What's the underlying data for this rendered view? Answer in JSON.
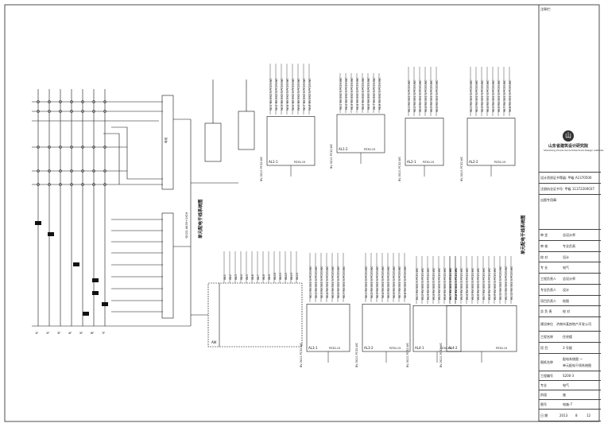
{
  "drawing_title": "单元配电干线系统图",
  "tb": {
    "top_label": "注释栏:",
    "institute_cn": "山东省建筑设计研究院",
    "institute_en": "Shandong Provincial Architectural Design Institute",
    "cert_note1": "设计资质证书等级: 甲级  A1370500",
    "cert_note2": "注册执业证书号: 甲级  11372200037",
    "cert_note3": "出图专用章:",
    "rows": [
      {
        "label": "审 定",
        "role": "总设计师"
      },
      {
        "label": "审 核",
        "role": "专业负责"
      },
      {
        "label": "校 对",
        "role": "设计"
      },
      {
        "label": "专 业",
        "role": "电气"
      },
      {
        "label": "工程负责人",
        "role": "总设计师"
      },
      {
        "label": "专业负责人",
        "role": "设计"
      },
      {
        "label": "项目负责人",
        "role": "绘图"
      },
      {
        "label": "总 负 责",
        "role": "校 对"
      }
    ],
    "client_label": "建设单位",
    "client_value": "济南市某房地产开发公司",
    "project_label": "工程名称",
    "project_value": "住宅楼",
    "item_label": "项 目",
    "item_value": "3 号楼",
    "drawing_label": "图纸名称",
    "drawing_value1": "配电系统图 一",
    "drawing_value2": "单元配电干线系统图",
    "no_label": "工程编号",
    "no_value": "S200-3",
    "spec_label": "专业",
    "spec_value": "电气",
    "stage_label": "阶段",
    "stage_value": "施",
    "sheet_label": "图号",
    "sheet_value": "电施-7",
    "date_label": "日 期",
    "date_value": "2013",
    "date_month": "8",
    "date_day": "12"
  },
  "panels": {
    "panel_top1": "AL1-1",
    "panel_top2": "AL1-2",
    "panel_top3": "AL2-1",
    "panel_top4": "AL2-2",
    "panel_bot1": "AL3-1",
    "panel_bot2": "AL3-2",
    "panel_bot3": "AL4-1",
    "panel_bot4": "AL4-2",
    "meter_box": "AW",
    "model": "PZ30-15",
    "feeder": "BV-3X10-PC32-WC",
    "branch": "BV-3X2.5-PC20-WC",
    "circuit_prefix": "WL"
  },
  "riser": {
    "floor_labels": [
      "1F",
      "2F",
      "3F",
      "4F",
      "5F",
      "6F",
      "7F"
    ],
    "main_cable": "YJV22-4X35+1X16",
    "bus": "母线"
  }
}
